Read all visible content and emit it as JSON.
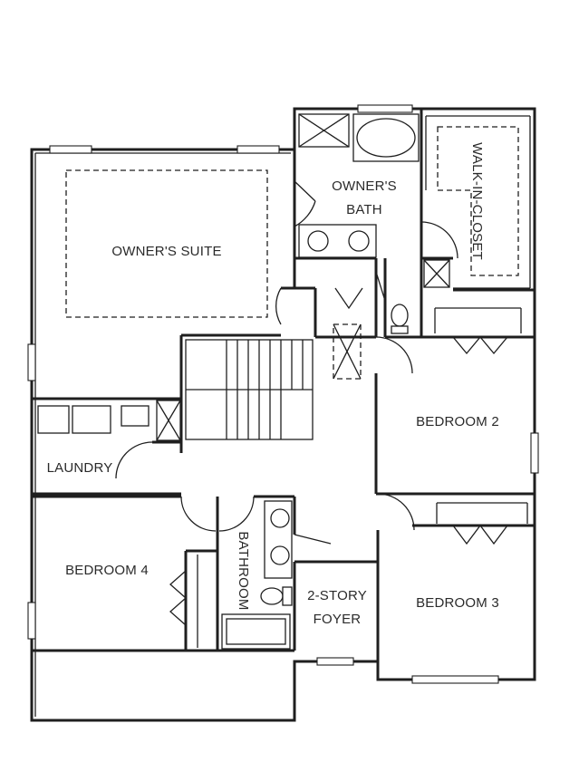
{
  "rooms": {
    "owners_suite": "OWNER'S SUITE",
    "owners_bath_line1": "OWNER'S",
    "owners_bath_line2": "BATH",
    "walk_in_closet": "WALK-IN-CLOSET",
    "bedroom_2": "BEDROOM 2",
    "laundry": "LAUNDRY",
    "bedroom_4": "BEDROOM 4",
    "bathroom": "BATHROOM",
    "foyer_line1": "2-STORY",
    "foyer_line2": "FOYER",
    "bedroom_3": "BEDROOM 3"
  }
}
